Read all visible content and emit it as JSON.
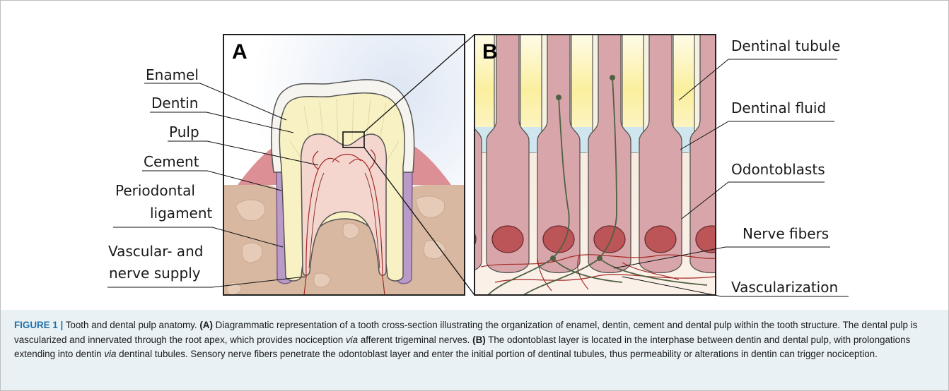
{
  "figure": {
    "panel_a_letter": "A",
    "panel_b_letter": "B",
    "left_labels": {
      "enamel": "Enamel",
      "dentin": "Dentin",
      "pulp": "Pulp",
      "cement": "Cement",
      "periodontal_1": "Periodontal",
      "periodontal_2": "ligament",
      "vascular_1": "Vascular- and",
      "vascular_2": "nerve supply"
    },
    "right_labels": {
      "dentinal_tubule": "Dentinal tubule",
      "dentinal_fluid": "Dentinal fluid",
      "odontoblasts": "Odontoblasts",
      "nerve_fibers": "Nerve fibers",
      "vascularization": "Vascularization"
    },
    "colors": {
      "enamel": "#f6f4ee",
      "dentin": "#f8f1c4",
      "pulp": "#f4d6cf",
      "bone": "#d8b8a0",
      "gum": "#dc8f95",
      "odontoblast": "#d8a6aa",
      "nucleus": "#bb5558",
      "nerve": "#4f6143",
      "vessel": "#a42a24"
    }
  },
  "caption": {
    "lead": "FIGURE 1 |",
    "title": " Tooth and dental pulp anatomy. ",
    "tag_a": "(A)",
    "text_a1": " Diagrammatic representation of a tooth cross-section illustrating the organization of enamel, dentin, cement and dental pulp within the tooth structure. The dental pulp is vascularized and innervated through the root apex, which provides nociception ",
    "via_1": "via",
    "text_a2": " afferent trigeminal nerves. ",
    "tag_b": "(B)",
    "text_b1": " The odontoblast layer is located in the interphase between dentin and dental pulp, with prolongations extending into dentin ",
    "via_2": "via",
    "text_b2": " dentinal tubules. Sensory nerve fibers penetrate the odontoblast layer and enter the initial portion of dentinal tubules, thus permeability or alterations in dentin can trigger nociception."
  }
}
